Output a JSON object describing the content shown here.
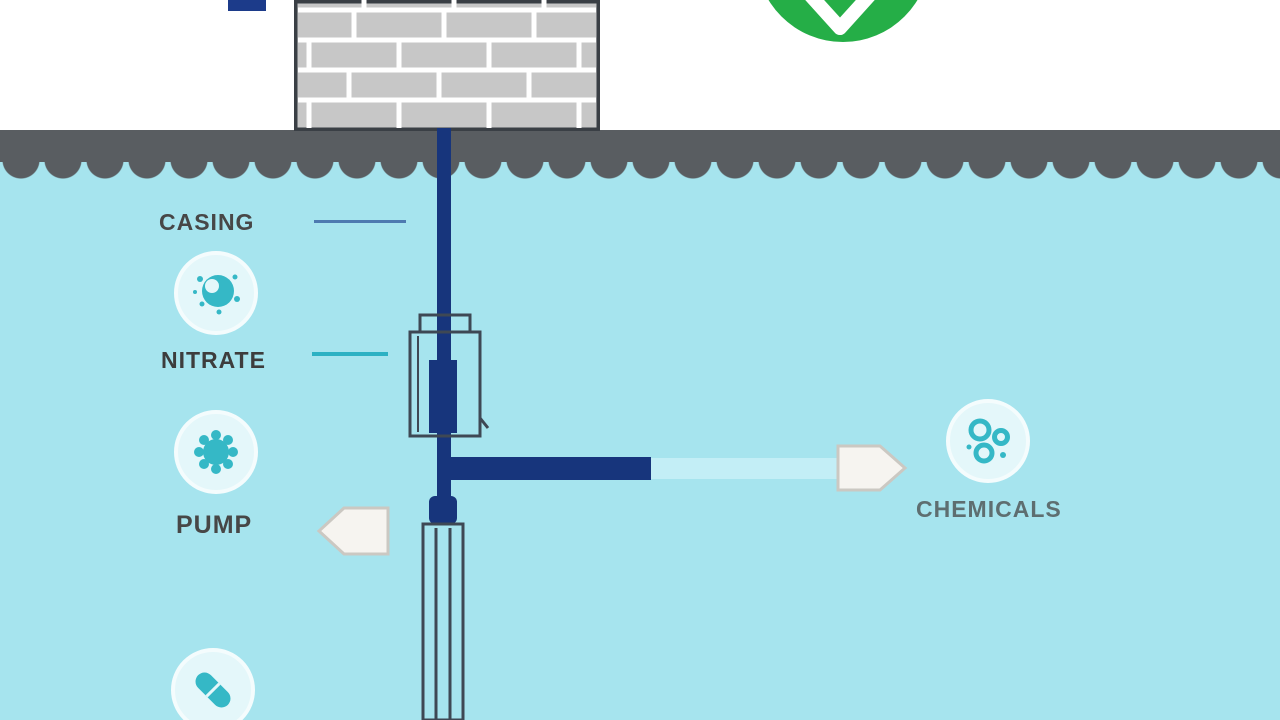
{
  "diagram": {
    "type": "well-water-contamination-infographic",
    "labels": {
      "casing": "CASING",
      "nitrate": "NITRATE",
      "pump": "PUMP",
      "chemicals": "CHEMICALS"
    },
    "icons": [
      {
        "name": "bacteria-icon"
      },
      {
        "name": "microbe-icon"
      },
      {
        "name": "capsule-icon"
      },
      {
        "name": "molecules-icon"
      },
      {
        "name": "check-icon"
      },
      {
        "name": "flow-arrow-right-icon"
      },
      {
        "name": "flow-arrow-left-icon"
      }
    ],
    "colors": {
      "water": "#a6e4ee",
      "ground": "#595d61",
      "brick": "#c7c7c7",
      "pipe_dark": "#17357c",
      "pipe_light": "#c3eef6",
      "teal": "#35b8c6",
      "green": "#25ae47",
      "label": "#474747",
      "chemicals_label": "#5e6e70"
    }
  }
}
